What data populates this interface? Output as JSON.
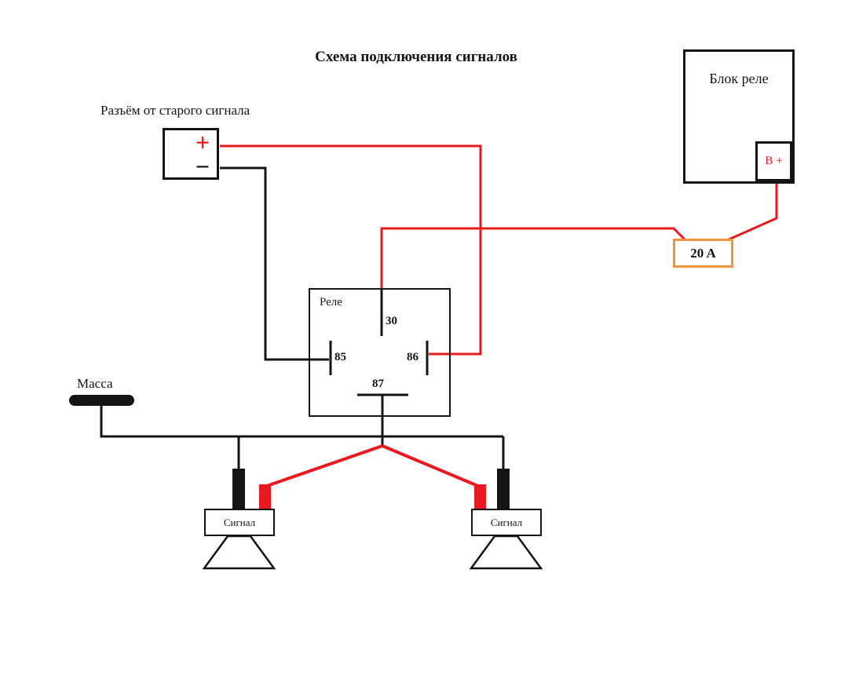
{
  "title": "Схема подключения сигналов",
  "colors": {
    "red": "#e8191f",
    "black": "#141414",
    "fuse_border": "#f0953a"
  },
  "old_connector": {
    "label": "Разъём от старого сигнала",
    "plus_symbol": "+",
    "minus_symbol": "−"
  },
  "relay_block": {
    "title": "Блок реле",
    "terminal_label": "B +"
  },
  "fuse": {
    "label": "20 A"
  },
  "relay": {
    "label": "Реле",
    "pin_30": "30",
    "pin_85": "85",
    "pin_86": "86",
    "pin_87": "87"
  },
  "ground": {
    "label": "Масса"
  },
  "horn_left": {
    "label": "Сигнал"
  },
  "horn_right": {
    "label": "Сигнал"
  }
}
